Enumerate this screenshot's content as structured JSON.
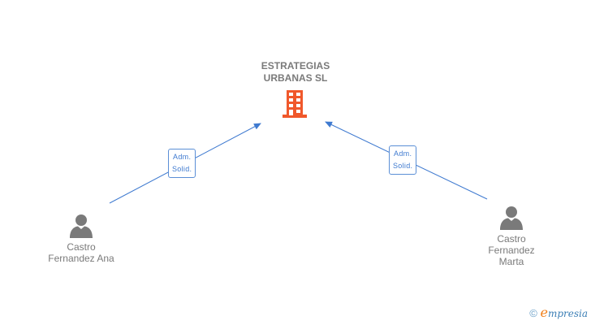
{
  "company": {
    "name_line1": "ESTRATEGIAS",
    "name_line2": "URBANAS SL",
    "icon": "building-icon",
    "icon_color": "#f0582b"
  },
  "persons": [
    {
      "name_line1": "Castro",
      "name_line2": "Fernandez Ana",
      "name_line3": "",
      "icon": "person-icon",
      "role_line1": "Adm.",
      "role_line2": "Solid."
    },
    {
      "name_line1": "Castro",
      "name_line2": "Fernandez",
      "name_line3": "Marta",
      "icon": "person-icon",
      "role_line1": "Adm.",
      "role_line2": "Solid."
    }
  ],
  "colors": {
    "edge": "#3f7ad0",
    "text": "#7a7a7a",
    "person_icon": "#7a7a7a"
  },
  "footer": {
    "copyright_symbol": "©",
    "brand_initial": "e",
    "brand_rest": "mpresia"
  }
}
